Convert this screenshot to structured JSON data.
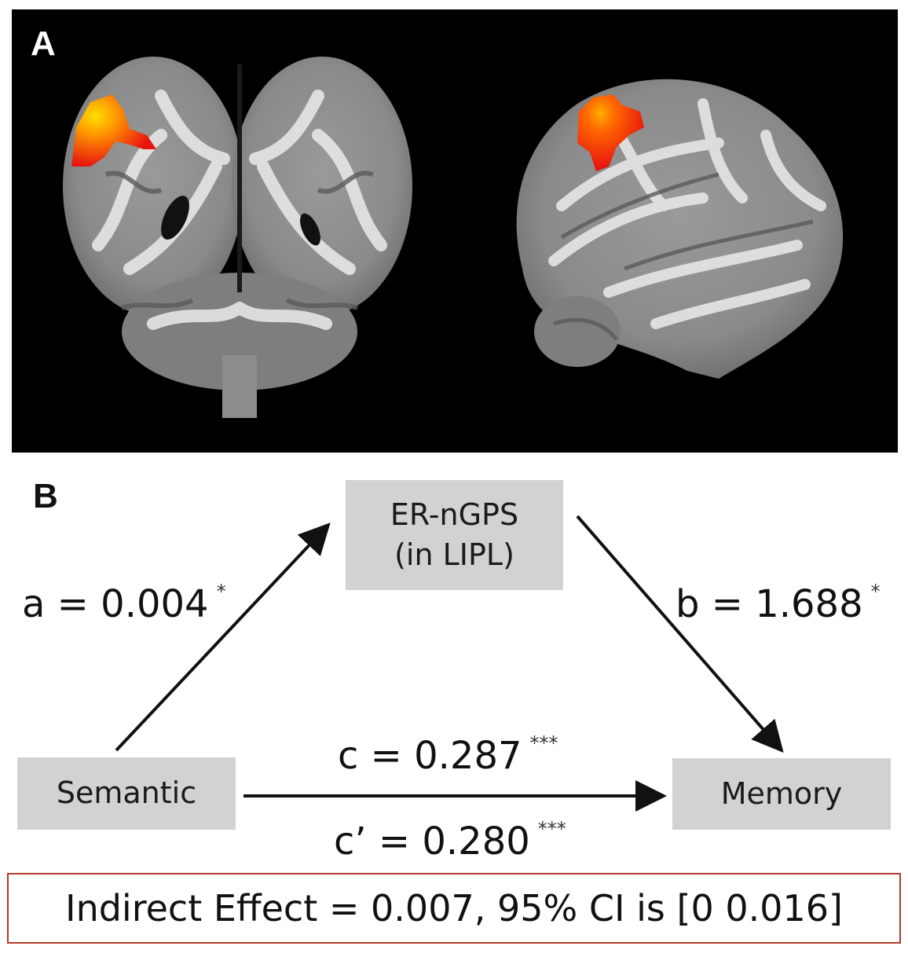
{
  "panel_a": {
    "label": "A",
    "views": [
      {
        "name": "coronal-slice",
        "highlight": "left-inferior-parietal-lobule"
      },
      {
        "name": "sagittal-slice",
        "highlight": "left-inferior-parietal-lobule"
      }
    ],
    "colors": {
      "background": "#000000",
      "activation_low": "#e8150f",
      "activation_high": "#ffe000"
    }
  },
  "panel_b": {
    "label": "B",
    "nodes": {
      "mediator_line1": "ER-nGPS",
      "mediator_line2": "(in LIPL)",
      "predictor": "Semantic",
      "outcome": "Memory"
    },
    "paths": {
      "a": {
        "label": "a = 0.004",
        "sig": "*"
      },
      "b": {
        "label": "b = 1.688",
        "sig": "*"
      },
      "c": {
        "label": "c = 0.287",
        "sig": "***"
      },
      "c_prime": {
        "label": "c’ = 0.280",
        "sig": "***"
      }
    },
    "indirect_effect": "Indirect Effect = 0.007, 95% CI is [0 0.016]",
    "colors": {
      "box": "#d2d2d2",
      "border": "#b23a2a"
    }
  }
}
